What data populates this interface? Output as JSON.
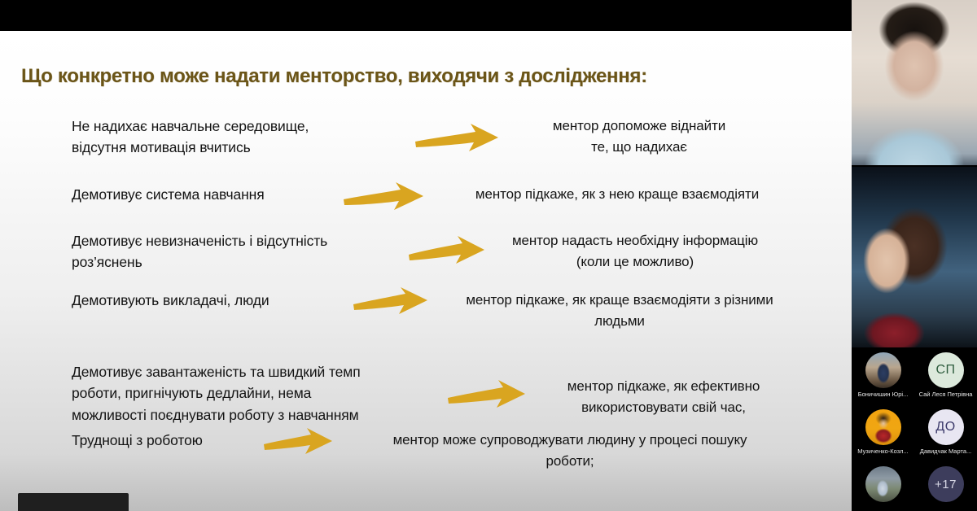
{
  "meeting": {
    "app": "video-conference-screen-share",
    "shared_slide": {
      "title": "Що конкретно може надати менторство, виходячи з дослідження:",
      "title_color": "#6b5518",
      "arrow_color": "#d9a520",
      "rows": [
        {
          "left": [
            "Не  надихає  навчальне  середовище,",
            "відсутня мотивація вчитись"
          ],
          "arrow": "arrow-right-icon",
          "right": [
            "ментор допоможе віднайти",
            "те, що надихає"
          ]
        },
        {
          "left": [
            "Демотивує система навчання"
          ],
          "arrow": "arrow-right-icon",
          "right": [
            "ментор підкаже, як з нею краще взаємодіяти"
          ]
        },
        {
          "left": [
            "Демотивує невизначеність і відсутність",
            "роз’яснень"
          ],
          "arrow": "arrow-right-icon",
          "right": [
            "ментор надасть необхідну інформацію",
            "(коли це можливо)"
          ]
        },
        {
          "left": [
            "Демотивують викладачі, люди"
          ],
          "arrow": "arrow-right-icon",
          "right": [
            "ментор підкаже, як краще взаємодіяти з різними",
            "людьми"
          ]
        },
        {
          "left": [
            "Демотивує завантаженість та швидкий темп",
            "роботи, пригнічують дедлайни, нема",
            "можливості поєднувати роботу з навчанням"
          ],
          "arrow": "arrow-right-icon",
          "right": [
            "ментор підкаже, як ефективно",
            "використовувати свій час,"
          ]
        },
        {
          "left": [
            "Труднощі з роботою"
          ],
          "arrow": "arrow-right-icon",
          "right": [
            "ментор може супроводжувати людину у процесі пошуку",
            "роботи;"
          ]
        }
      ]
    },
    "video_tiles": [
      {
        "name": "video-tile-speaker-1"
      },
      {
        "name": "video-tile-speaker-2"
      }
    ],
    "participants": [
      {
        "name": "Боничишин Юрі...",
        "type": "photo",
        "initials": ""
      },
      {
        "name": "Сай Леся Петрівна",
        "type": "initials",
        "initials": "СП",
        "bg": "#dce9dc",
        "fg": "#2e5d3e"
      },
      {
        "name": "Музиченко-Козл...",
        "type": "photo",
        "initials": ""
      },
      {
        "name": "Давидчак Марта...",
        "type": "initials",
        "initials": "ДО",
        "bg": "#e8e6f2",
        "fg": "#3c3a6b"
      },
      {
        "name": "",
        "type": "photo",
        "initials": ""
      },
      {
        "name": "",
        "type": "overflow",
        "initials": "+17",
        "bg": "#3d3d5c",
        "fg": "#d6d6e4"
      }
    ],
    "overflow_badge": "+17"
  }
}
